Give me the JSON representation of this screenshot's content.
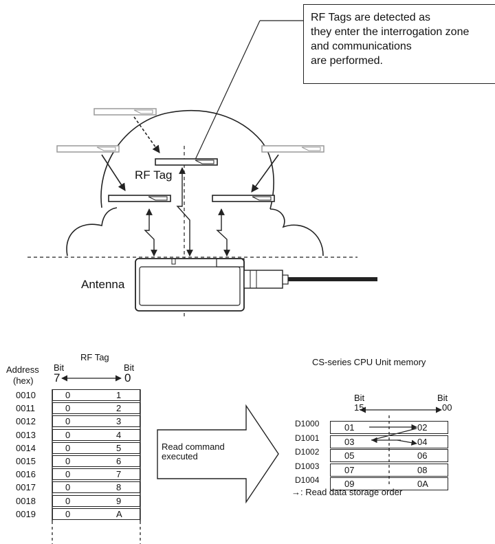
{
  "callout": {
    "lines": [
      "RF Tags are detected as",
      "they enter the interrogation zone",
      "and communications",
      "are performed."
    ]
  },
  "labels": {
    "rf_tag_top": "RF Tag",
    "antenna": "Antenna",
    "rf_tag_table_title": "RF Tag",
    "address_header": "Address",
    "hex_header": "(hex)",
    "bit_left_label": "Bit",
    "bit_left_value": "7",
    "bit_right_label": "Bit",
    "bit_right_value": "0",
    "read_command": "Read command",
    "executed": "executed",
    "cpu_memory_title": "CS-series CPU Unit memory",
    "mem_bit_left_label": "Bit",
    "mem_bit_left_value": "15",
    "mem_bit_right_label": "Bit",
    "mem_bit_right_value": "00",
    "order_note": "→: Read data storage order"
  },
  "rf_tag_table": [
    {
      "address": "0010",
      "high": "0",
      "low": "1"
    },
    {
      "address": "0011",
      "high": "0",
      "low": "2"
    },
    {
      "address": "0012",
      "high": "0",
      "low": "3"
    },
    {
      "address": "0013",
      "high": "0",
      "low": "4"
    },
    {
      "address": "0014",
      "high": "0",
      "low": "5"
    },
    {
      "address": "0015",
      "high": "0",
      "low": "6"
    },
    {
      "address": "0016",
      "high": "0",
      "low": "7"
    },
    {
      "address": "0017",
      "high": "0",
      "low": "8"
    },
    {
      "address": "0018",
      "high": "0",
      "low": "9"
    },
    {
      "address": "0019",
      "high": "0",
      "low": "A"
    }
  ],
  "cpu_memory": [
    {
      "word": "D1000",
      "upper": "01",
      "lower": "02"
    },
    {
      "word": "D1001",
      "upper": "03",
      "lower": "04"
    },
    {
      "word": "D1002",
      "upper": "05",
      "lower": "06"
    },
    {
      "word": "D1003",
      "upper": "07",
      "lower": "08"
    },
    {
      "word": "D1004",
      "upper": "09",
      "lower": "0A"
    }
  ],
  "colors": {
    "line": "#222222",
    "ghost_tag": "#999999"
  }
}
